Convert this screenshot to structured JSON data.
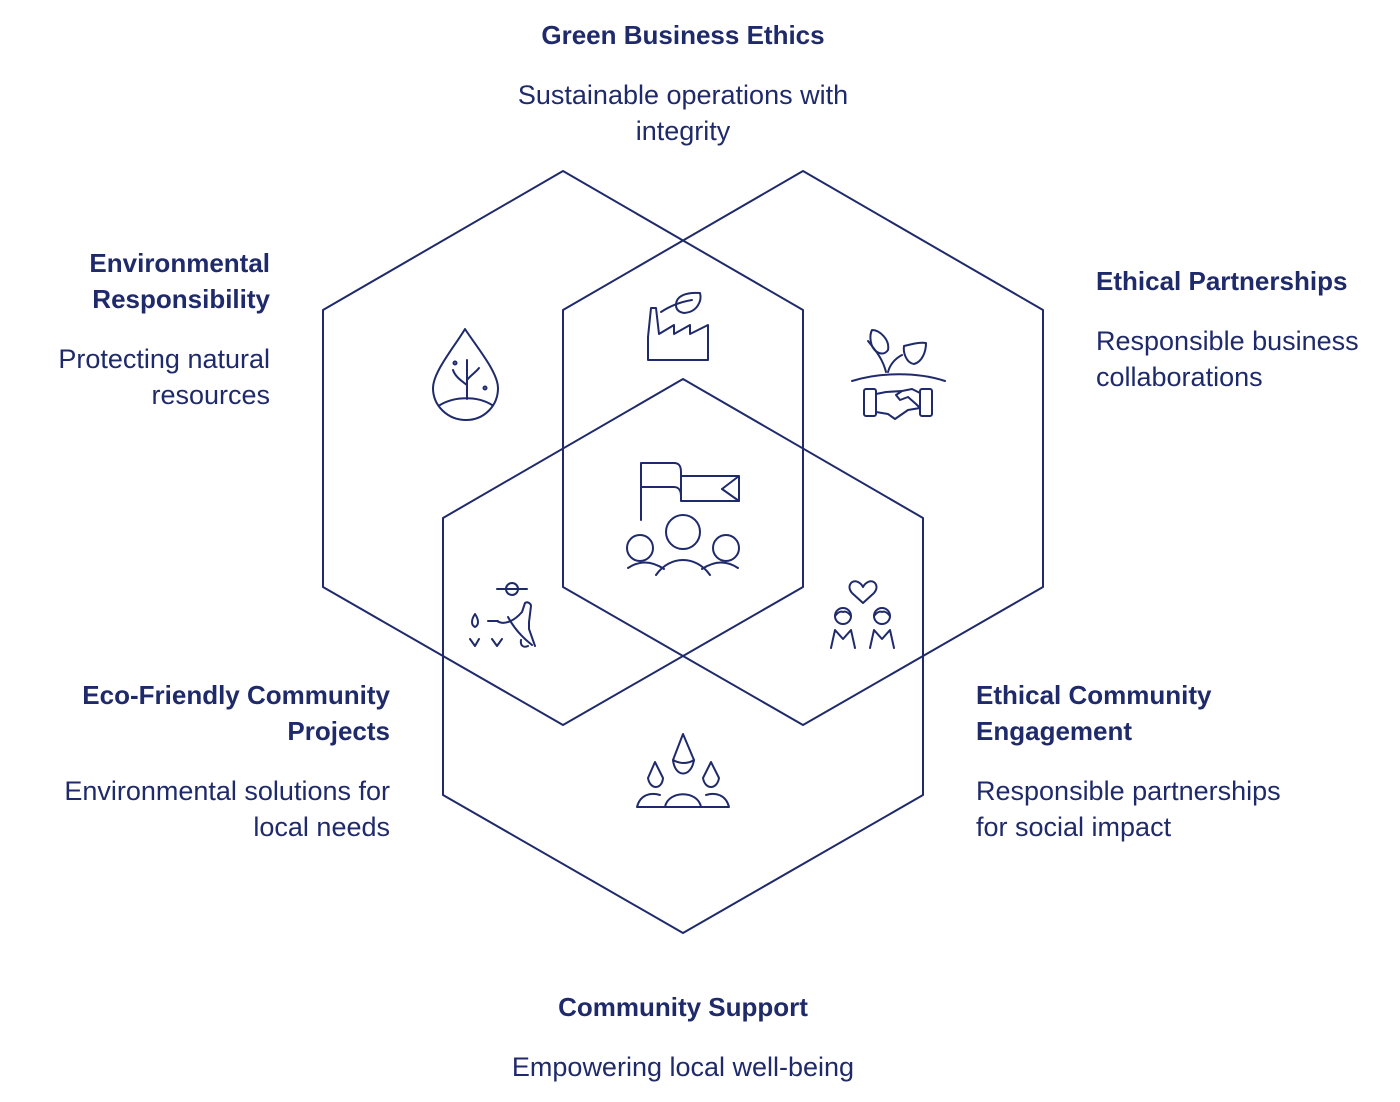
{
  "colors": {
    "stroke": "#1f2a6b",
    "text": "#1f2a6b"
  },
  "sections": {
    "green_business_ethics": {
      "title": "Green Business Ethics",
      "desc": [
        "Sustainable operations with",
        "integrity"
      ],
      "icon": "factory-leaf-icon"
    },
    "environmental_responsibility": {
      "title": [
        "Environmental",
        "Responsibility"
      ],
      "desc": [
        "Protecting natural",
        "resources"
      ],
      "icon": "water-drop-plant-icon"
    },
    "ethical_partnerships": {
      "title": "Ethical Partnerships",
      "desc": [
        "Responsible business",
        "collaborations"
      ],
      "icon": "handshake-sprout-icon"
    },
    "eco_friendly_projects": {
      "title": [
        "Eco-Friendly Community",
        "Projects"
      ],
      "desc": [
        "Environmental solutions for",
        "local needs"
      ],
      "icon": "gardener-icon"
    },
    "ethical_community_engagement": {
      "title": [
        "Ethical Community",
        "Engagement"
      ],
      "desc": [
        "Responsible partnerships",
        "for social impact"
      ],
      "icon": "people-heart-icon"
    },
    "community_support": {
      "title": "Community Support",
      "desc": "Empowering local well-being",
      "icon": "community-group-icon"
    },
    "center": {
      "icon": "flag-community-icon"
    }
  }
}
